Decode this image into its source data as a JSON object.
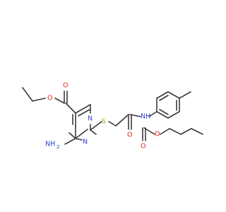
{
  "atoms": {
    "ester_o_carbonyl": "O",
    "ester_o_ether": "O",
    "amino": "NH",
    "amino_h2": "2",
    "ring_n_upper": "N",
    "ring_n_lower": "N",
    "thioether": "S",
    "amide_o": "O",
    "amide_nh": "NH",
    "butyl_o_carbonyl": "O",
    "butyl_o_ether": "O"
  },
  "colors": {
    "bond": "#3a3a3a",
    "oxygen": "#e8221b",
    "nitrogen": "#2f3fd6",
    "sulfur": "#b2a21b"
  }
}
